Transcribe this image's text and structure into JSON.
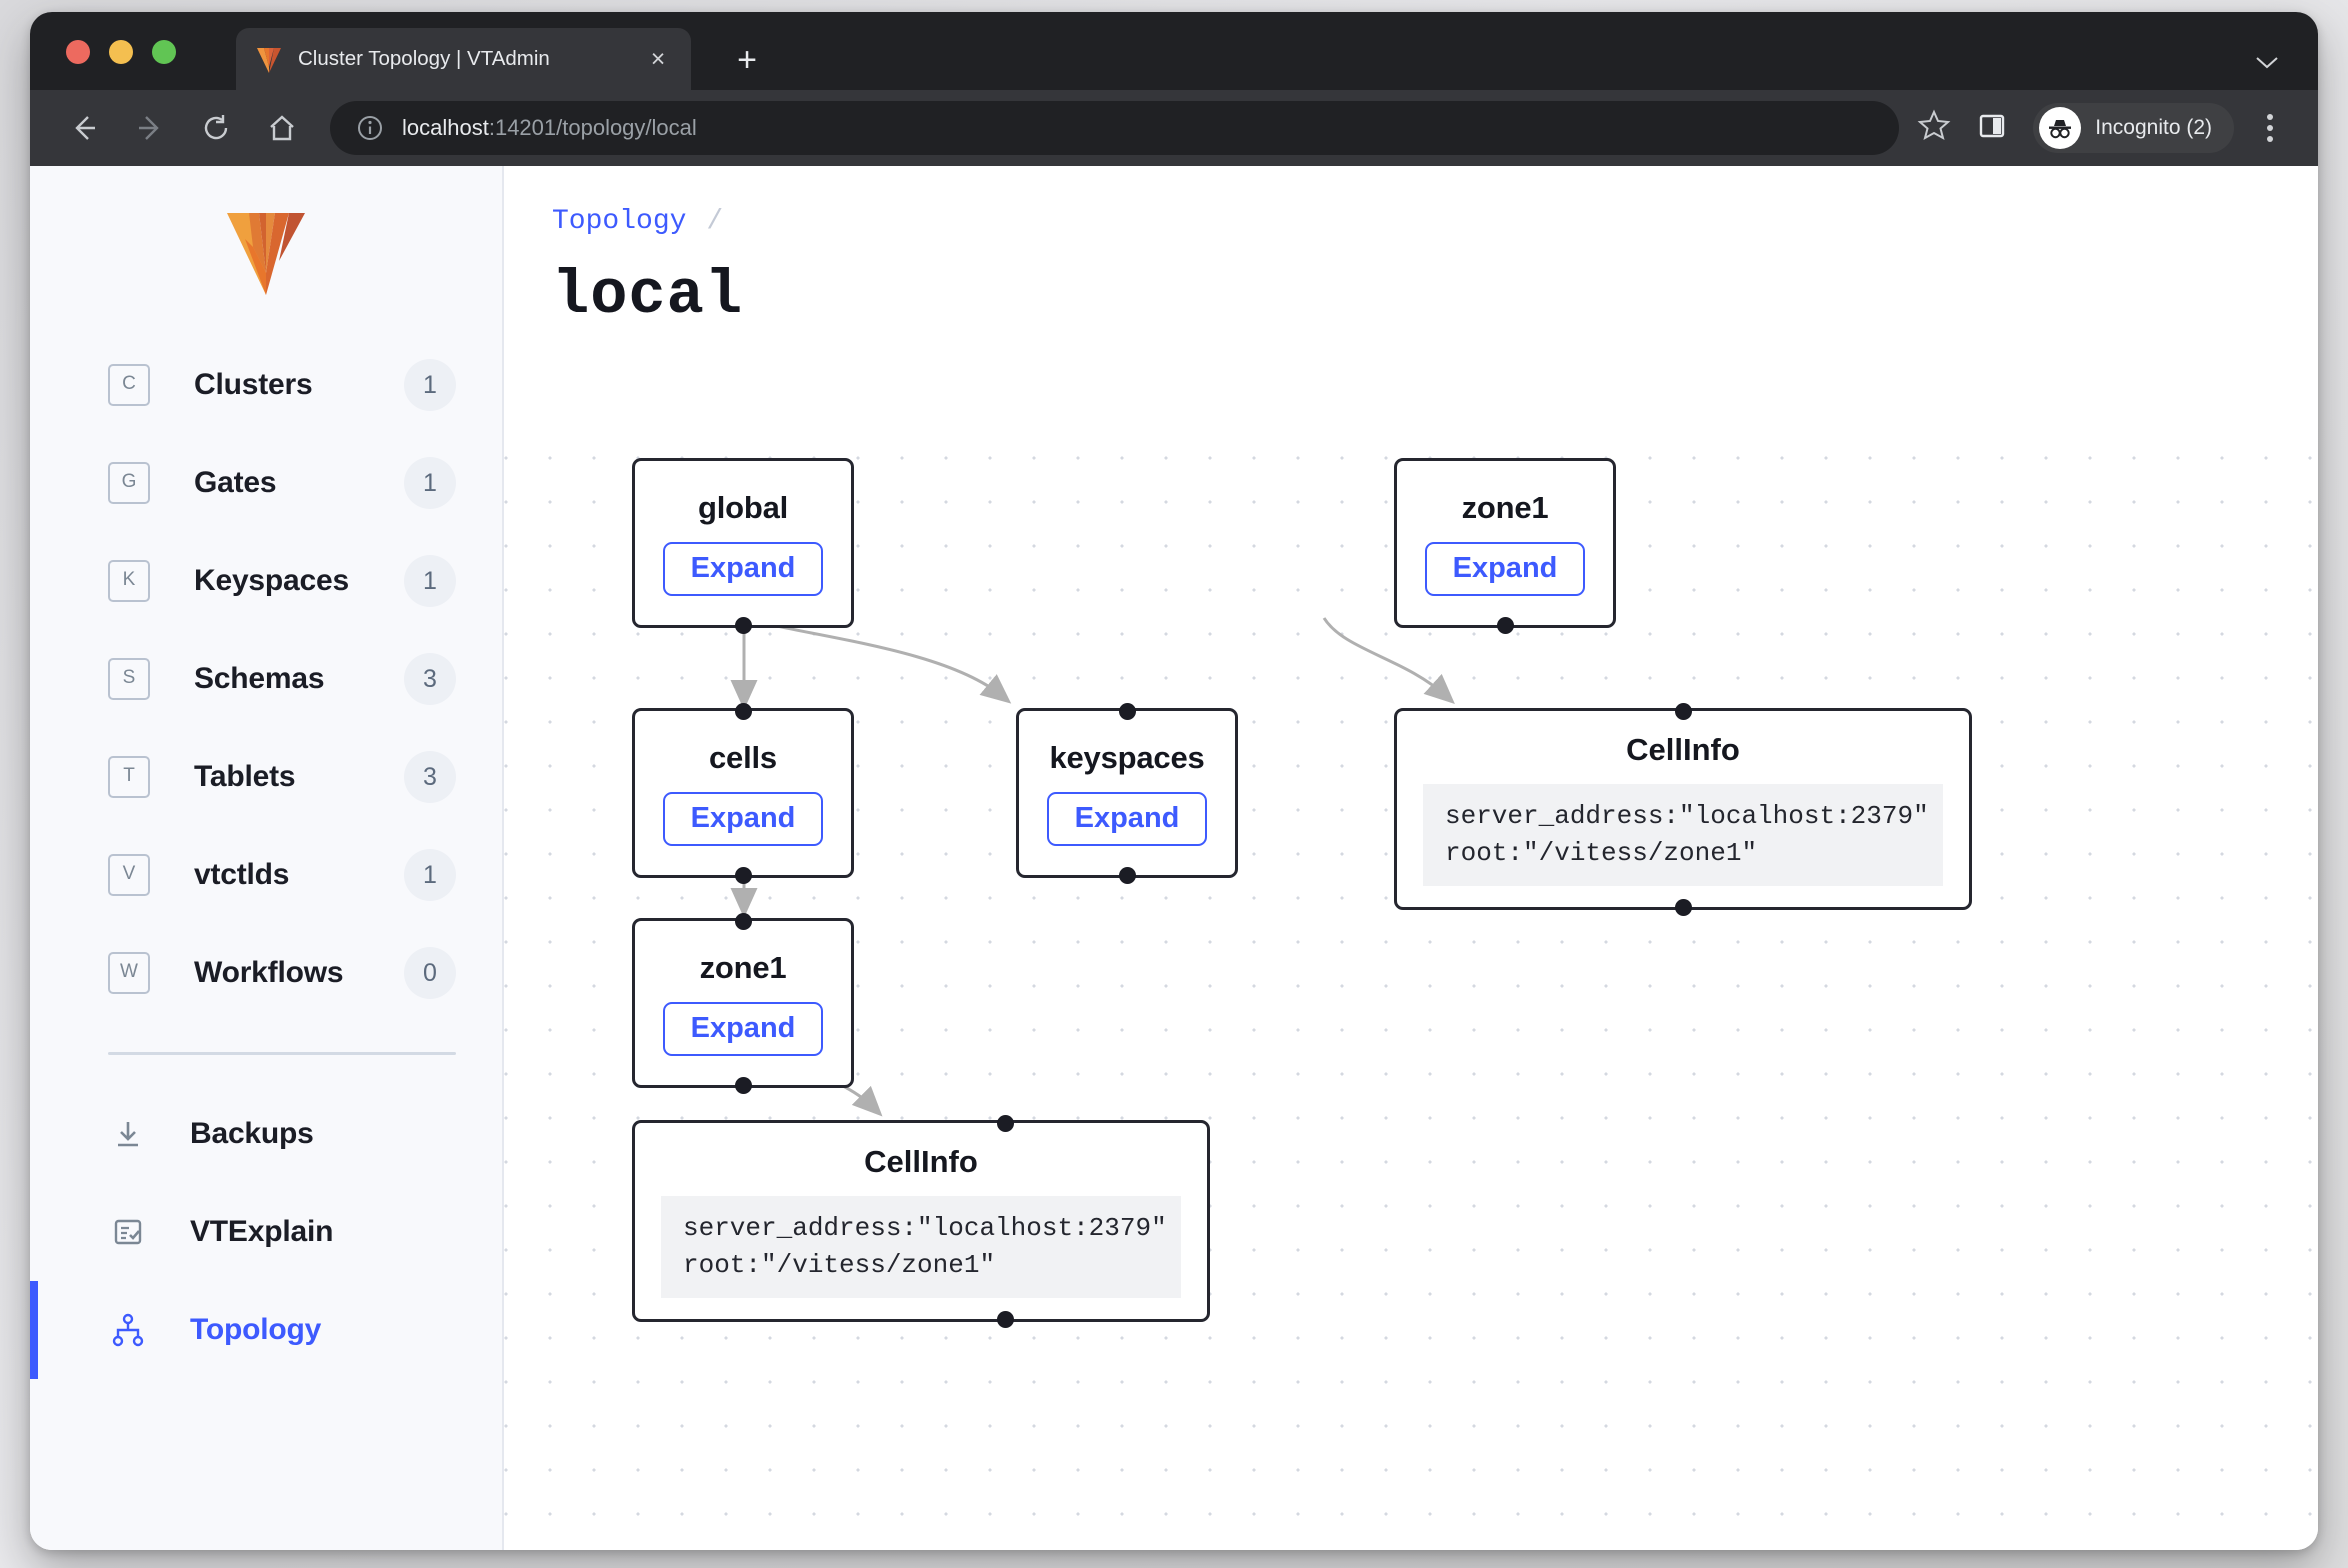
{
  "browser": {
    "tab": {
      "title": "Cluster Topology | VTAdmin",
      "favicon": "vitess-v-logo-icon",
      "close": "×"
    },
    "new_tab_label": "+",
    "url_host": "localhost",
    "url_path": ":14201/topology/local",
    "profile_label": "Incognito (2)",
    "icons": {
      "back": "back-arrow-icon",
      "forward": "forward-arrow-icon",
      "reload": "reload-icon",
      "home": "home-icon",
      "info": "info-circle-icon",
      "star": "star-icon",
      "side_panel": "side-panel-icon",
      "menu": "kebab-menu-icon"
    }
  },
  "sidebar": {
    "logo": "vitess-logo",
    "items": [
      {
        "key": "C",
        "label": "Clusters",
        "count": "1"
      },
      {
        "key": "G",
        "label": "Gates",
        "count": "1"
      },
      {
        "key": "K",
        "label": "Keyspaces",
        "count": "1"
      },
      {
        "key": "S",
        "label": "Schemas",
        "count": "3"
      },
      {
        "key": "T",
        "label": "Tablets",
        "count": "3"
      },
      {
        "key": "V",
        "label": "vtctlds",
        "count": "1"
      },
      {
        "key": "W",
        "label": "Workflows",
        "count": "0"
      }
    ],
    "secondary": [
      {
        "label": "Backups",
        "icon": "download-icon",
        "active": false
      },
      {
        "label": "VTExplain",
        "icon": "checklist-icon",
        "active": false
      },
      {
        "label": "Topology",
        "icon": "topology-icon",
        "active": true
      }
    ]
  },
  "header": {
    "breadcrumb_link": "Topology",
    "breadcrumb_separator": "/",
    "title": "local"
  },
  "graph": {
    "expand_label": "Expand",
    "nodes": [
      {
        "id": "global",
        "title": "global"
      },
      {
        "id": "zone1_top",
        "title": "zone1"
      },
      {
        "id": "cells",
        "title": "cells"
      },
      {
        "id": "keyspaces",
        "title": "keyspaces"
      },
      {
        "id": "zone1_left",
        "title": "zone1"
      }
    ],
    "cellinfo_right": {
      "title": "CellInfo",
      "code": "server_address:\"localhost:2379\"\nroot:\"/vitess/zone1\""
    },
    "cellinfo_bottom": {
      "title": "CellInfo",
      "code": "server_address:\"localhost:2379\"\nroot:\"/vitess/zone1\""
    }
  },
  "colors": {
    "accent": "#3d5afe",
    "node_border": "#25262f",
    "sidebar_bg": "#f8f9fc",
    "edge": "#b0b0b0"
  }
}
